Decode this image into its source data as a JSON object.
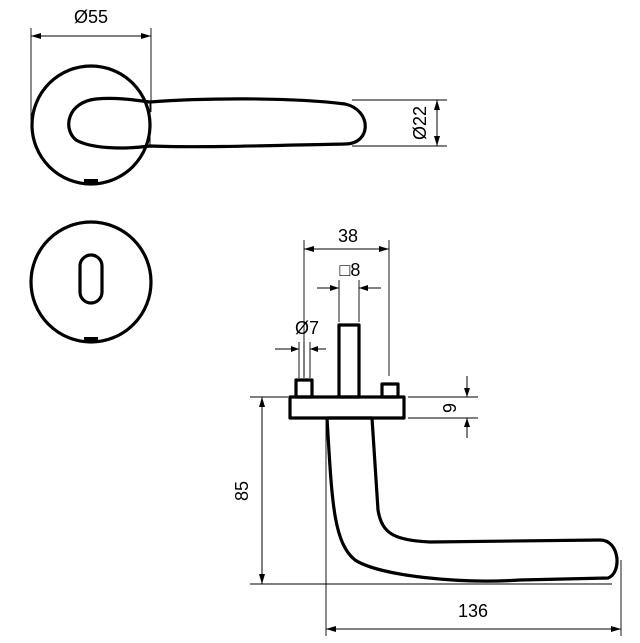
{
  "dimensions": {
    "rose_diameter": "Ø55",
    "grip_diameter": "Ø22",
    "rose_span": "38",
    "spindle_square": "□8",
    "screw_diameter": "Ø7",
    "rose_thickness": "9",
    "handle_height": "85",
    "handle_length": "136"
  }
}
